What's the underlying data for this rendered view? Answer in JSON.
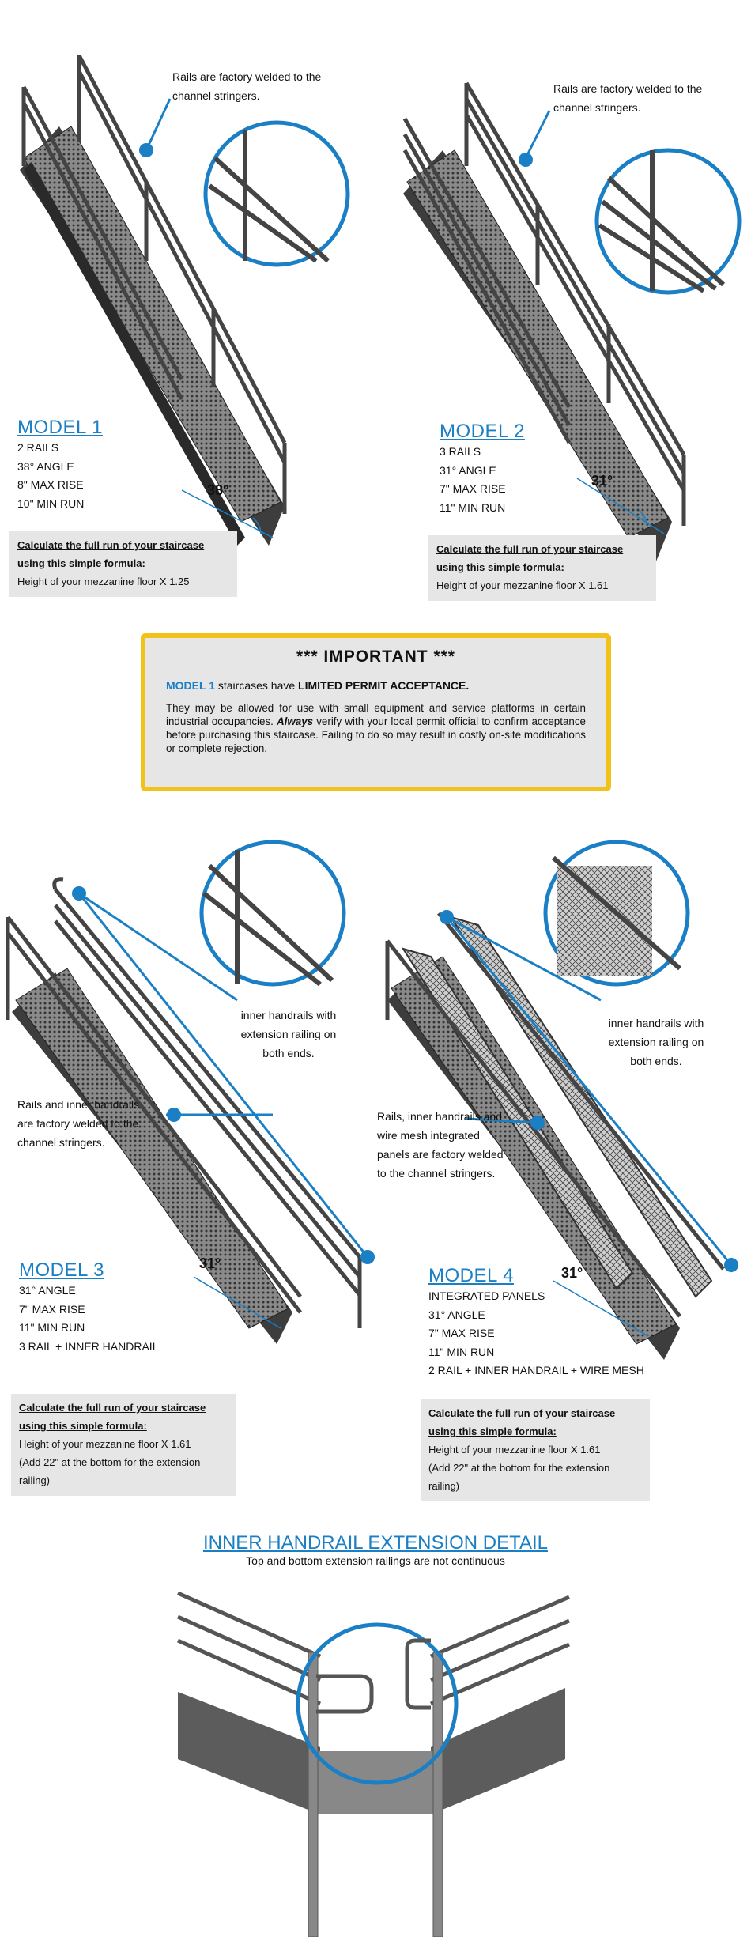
{
  "callouts": {
    "m1": "Rails are factory welded to the channel stringers.",
    "m2": "Rails are factory welded to the channel stringers.",
    "m3_inner": "inner handrails with extension railing on both ends.",
    "m3_rails": "Rails and inner handrails are factory welded to the channel stringers.",
    "m4_inner": "inner handrails with extension railing on both ends.",
    "m4_rails": "Rails, inner handrails and wire mesh integrated panels are factory welded to the channel stringers."
  },
  "models": [
    {
      "title": "MODEL 1",
      "angle_label": "38°",
      "specs": [
        "2 RAILS",
        "38° ANGLE",
        "8\" MAX RISE",
        "10\" MIN RUN"
      ],
      "formula_head": [
        "Calculate the full run of your staircase",
        "using this simple formula:"
      ],
      "formula_lines": [
        "Height of your mezzanine floor X 1.25"
      ]
    },
    {
      "title": "MODEL 2",
      "angle_label": "31°",
      "specs": [
        "3 RAILS",
        "31° ANGLE",
        "7\" MAX RISE",
        "11\" MIN RUN"
      ],
      "formula_head": [
        "Calculate the full run of your staircase",
        "using this simple formula:"
      ],
      "formula_lines": [
        "Height of your mezzanine floor X 1.61"
      ]
    },
    {
      "title": "MODEL 3",
      "angle_label": "31°",
      "specs": [
        "31° ANGLE",
        "7\" MAX RISE",
        "11\" MIN RUN",
        "3 RAIL + INNER HANDRAIL"
      ],
      "formula_head": [
        "Calculate the full run of your staircase",
        "using this simple formula:"
      ],
      "formula_lines": [
        "Height of your mezzanine floor X 1.61",
        "(Add 22\" at the bottom for the extension",
        "railing)"
      ]
    },
    {
      "title": "MODEL 4",
      "angle_label": "31°",
      "specs": [
        "INTEGRATED PANELS",
        "31° ANGLE",
        "7\" MAX RISE",
        "11\" MIN RUN",
        "2 RAIL + INNER HANDRAIL + WIRE MESH"
      ],
      "formula_head": [
        "Calculate the full run of your staircase",
        "using this simple formula:"
      ],
      "formula_lines": [
        "Height of your mezzanine floor X 1.61",
        "(Add 22\" at the bottom for the extension",
        "railing)"
      ]
    }
  ],
  "important": {
    "title": "*** IMPORTANT ***",
    "model_word": "MODEL 1",
    "mid": " staircases have ",
    "bold_tail": "LIMITED PERMIT ACCEPTANCE.",
    "body_a": "They may be allowed for use with small equipment and service platforms in certain industrial occupancies. ",
    "body_em": "Always",
    "body_b": " verify with your local permit official to confirm acceptance before purchasing this staircase. Failing to do so may result in costly on-site modifications or complete rejection."
  },
  "detail": {
    "title": "INNER HANDRAIL EXTENSION DETAIL",
    "subtitle": "Top and bottom extension railings are not continuous"
  },
  "colors": {
    "accent": "#1a7fc4",
    "highlight": "#f2c21b",
    "panel": "#e6e6e6",
    "steel": "#555555"
  }
}
